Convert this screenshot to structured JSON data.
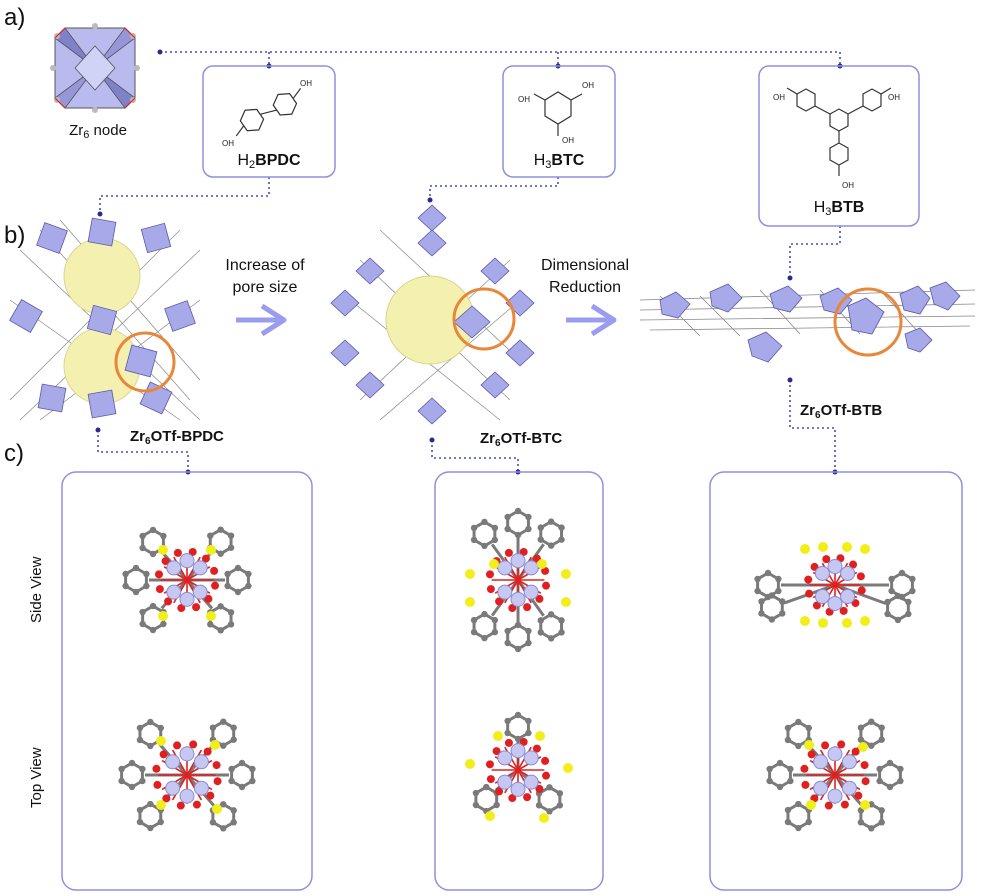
{
  "panels": {
    "a": "a)",
    "b": "b)",
    "c": "c)"
  },
  "node": {
    "symbol": "Zr",
    "sub": "6",
    "suffix": " node"
  },
  "linkers": [
    {
      "prefix": "H",
      "sub": "2",
      "bold": "BPDC",
      "oh_labels": [
        "OH",
        "OH"
      ]
    },
    {
      "prefix": "H",
      "sub": "3",
      "bold": "BTC",
      "oh_labels": [
        "OH",
        "OH",
        "OH"
      ]
    },
    {
      "prefix": "H",
      "sub": "3",
      "bold": "BTB",
      "oh_labels": [
        "OH",
        "OH",
        "OH"
      ]
    }
  ],
  "steps": {
    "increase_line1": "Increase of",
    "increase_line2": "pore size",
    "reduction_line1": "Dimensional",
    "reduction_line2": "Reduction"
  },
  "mofs": [
    {
      "pre": "Zr",
      "sub": "6",
      "post": "OTf-BPDC"
    },
    {
      "pre": "Zr",
      "sub": "6",
      "post": "OTf-BTC"
    },
    {
      "pre": "Zr",
      "sub": "6",
      "post": "OTf-BTB"
    }
  ],
  "views": {
    "side": "Side View",
    "top": "Top View"
  },
  "colors": {
    "frame": "#8f8fe0",
    "connector": "#4a4ab8",
    "zr_cluster": "#a7a9e8",
    "pore_sphere": "#f3f0b0",
    "highlight_circle": "#e8873a",
    "arrow": "#9a9cf0",
    "carbon": "#7a7a7a",
    "oxygen": "#e02020",
    "zr_atom": "#c6c8f2",
    "sulfur": "#f2ee1a"
  }
}
